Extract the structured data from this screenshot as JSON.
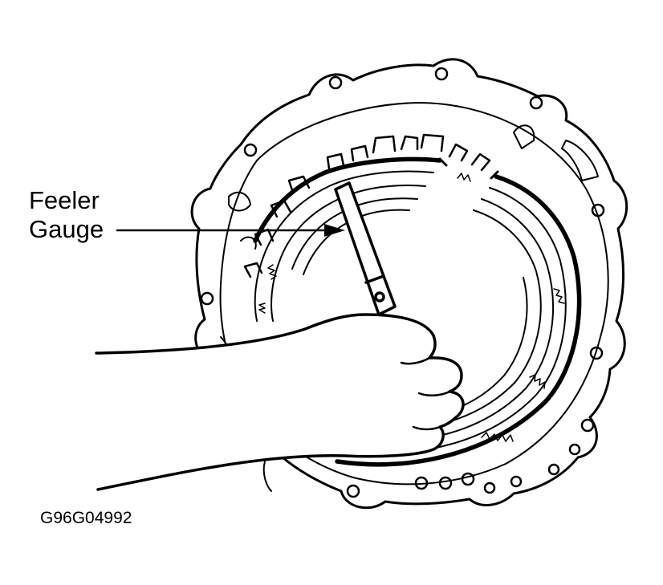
{
  "callout": {
    "line1": "Feeler",
    "line2": "Gauge"
  },
  "figure_id": "G96G04992",
  "colors": {
    "ink": "#000000",
    "background": "#ffffff"
  }
}
